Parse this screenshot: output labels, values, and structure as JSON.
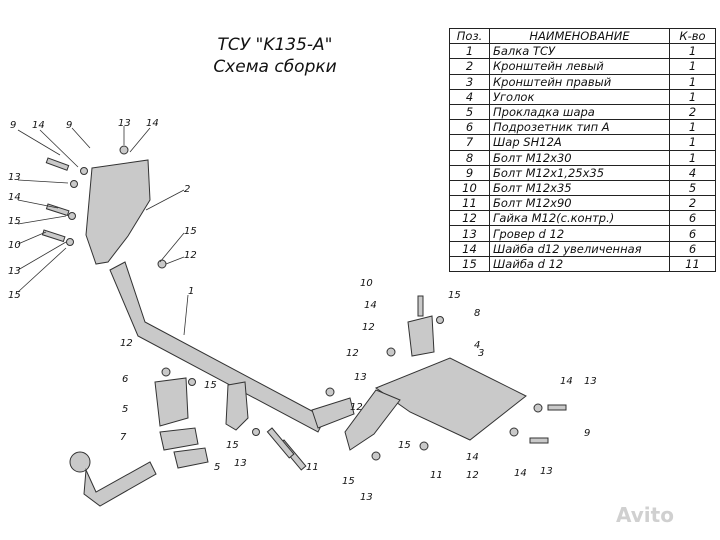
{
  "title": {
    "line1": "ТСУ \"K135-A\"",
    "line2": "Схема сборки"
  },
  "table": {
    "headers": {
      "pos": "Поз.",
      "name": "НАИМЕНОВАНИЕ",
      "qty": "К-во"
    },
    "rows": [
      {
        "pos": "1",
        "name": "Балка ТСУ",
        "qty": "1"
      },
      {
        "pos": "2",
        "name": "Кронштейн левый",
        "qty": "1"
      },
      {
        "pos": "3",
        "name": "Кронштейн правый",
        "qty": "1"
      },
      {
        "pos": "4",
        "name": "Уголок",
        "qty": "1"
      },
      {
        "pos": "5",
        "name": "Прокладка шара",
        "qty": "2"
      },
      {
        "pos": "6",
        "name": "Подрозетник тип А",
        "qty": "1"
      },
      {
        "pos": "7",
        "name": "Шар SH12A",
        "qty": "1"
      },
      {
        "pos": "8",
        "name": "Болт М12х30",
        "qty": "1"
      },
      {
        "pos": "9",
        "name": "Болт М12х1,25х35",
        "qty": "4"
      },
      {
        "pos": "10",
        "name": "Болт М12х35",
        "qty": "5"
      },
      {
        "pos": "11",
        "name": "Болт М12х90",
        "qty": "2"
      },
      {
        "pos": "12",
        "name": "Гайка М12(с.контр.)",
        "qty": "6"
      },
      {
        "pos": "13",
        "name": "Гровер d 12",
        "qty": "6"
      },
      {
        "pos": "14",
        "name": "Шайба d12 увеличенная",
        "qty": "6"
      },
      {
        "pos": "15",
        "name": "Шайба d 12",
        "qty": "11"
      }
    ]
  },
  "callouts": {
    "c1": "9",
    "c2": "14",
    "c3": "9",
    "c4": "13",
    "c5": "14",
    "c6": "13",
    "c7": "14",
    "c8": "15",
    "c9": "10",
    "c10": "13",
    "c11": "15",
    "c12": "2",
    "c13": "15",
    "c14": "12",
    "c15": "1",
    "c16": "10",
    "c17": "15",
    "c18": "14",
    "c19": "12",
    "c20": "8",
    "c21": "4",
    "c22": "12",
    "c23": "6",
    "c24": "13",
    "c25": "12",
    "c26": "15",
    "c27": "3",
    "c28": "5",
    "c29": "7",
    "c30": "5",
    "c31": "15",
    "c32": "13",
    "c33": "11",
    "c34": "11",
    "c35": "15",
    "c36": "13",
    "c37": "12",
    "c38": "14",
    "c39": "14",
    "c40": "13",
    "c41": "9",
    "c42": "14",
    "c43": "13",
    "c44": "15",
    "c45": "12"
  },
  "watermark": "Avito"
}
